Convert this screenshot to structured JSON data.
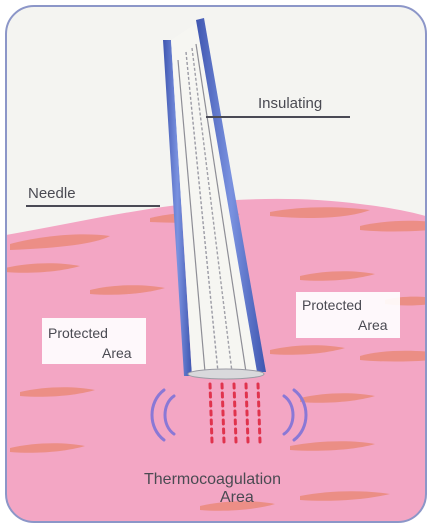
{
  "labels": {
    "insulating": "Insulating",
    "needle": "Needle",
    "protected_left_1": "Protected",
    "protected_left_2": "Area",
    "protected_right_1": "Protected",
    "protected_right_2": "Area",
    "thermo_1": "Thermocoagulation",
    "thermo_2": "Area"
  },
  "colors": {
    "panel_bg": "#f4f4f1",
    "frame_border": "#8c96c8",
    "tissue": "#f3a6c4",
    "tissue_stripe": "#ea8a7b",
    "needle_blue": "#5a72c6",
    "needle_core": "#f6f6f2",
    "heat_red": "#e0334d",
    "wave_purple": "#8a78d6",
    "label_line": "#4a4a55",
    "text": "#4a4a52"
  }
}
